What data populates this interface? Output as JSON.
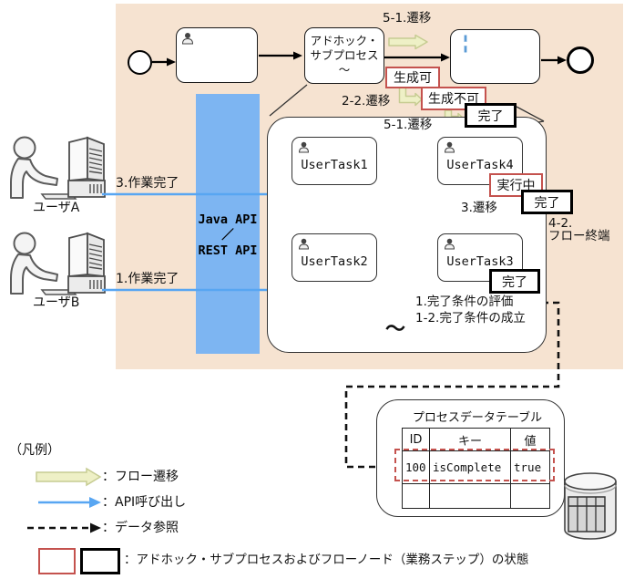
{
  "bpmn": {
    "adhoc": {
      "line1": "アドホック・",
      "line2": "サブプロセス",
      "line3": "～"
    },
    "labels": {
      "transition_top": "5-1.遷移",
      "transition_2_2": "2-2.遷移",
      "transition_5_1": "5-1.遷移",
      "transition_3": "3.遷移",
      "flow_end_1": "4-2.",
      "flow_end_2": "フロー終端",
      "condition_eval": "1.完了条件の評価",
      "condition_met": "1-2.完了条件の成立",
      "ellipsis": "～"
    },
    "states": {
      "creatable": "生成可",
      "not_creatable": "生成不可",
      "completed_subprocess": "完了",
      "running": "実行中",
      "completed_task4": "完了",
      "completed_task3": "完了"
    },
    "tasks": {
      "task1": "UserTask1",
      "task2": "UserTask2",
      "task3": "UserTask3",
      "task4": "UserTask4"
    }
  },
  "api_bar": {
    "line1": "Java API",
    "separator": "／",
    "line2": "REST API"
  },
  "users": {
    "a": {
      "name": "ユーザA",
      "action": "3.作業完了"
    },
    "b": {
      "name": "ユーザB",
      "action": "1.作業完了"
    }
  },
  "data_table": {
    "title": "プロセスデータテーブル",
    "headers": [
      "ID",
      "キー",
      "値"
    ],
    "row": [
      "100",
      "isComplete",
      "true"
    ]
  },
  "legend": {
    "title": "（凡例）",
    "flow_transition": "：フロー遷移",
    "api_call": "：API呼び出し",
    "data_reference": "：データ参照",
    "state_note": "：アドホック・サブプロセスおよびフローノード（業務ステップ）の状態"
  },
  "colors": {
    "background": "#f6e3d1",
    "api_bar": "#7db5f2",
    "api_arrow": "#58a6f2",
    "flow_arrow_fill": "#eef0c6",
    "flow_arrow_stroke": "#c6cc92",
    "state_red": "#c4524e",
    "gear_blue": "#5b9bd5"
  }
}
